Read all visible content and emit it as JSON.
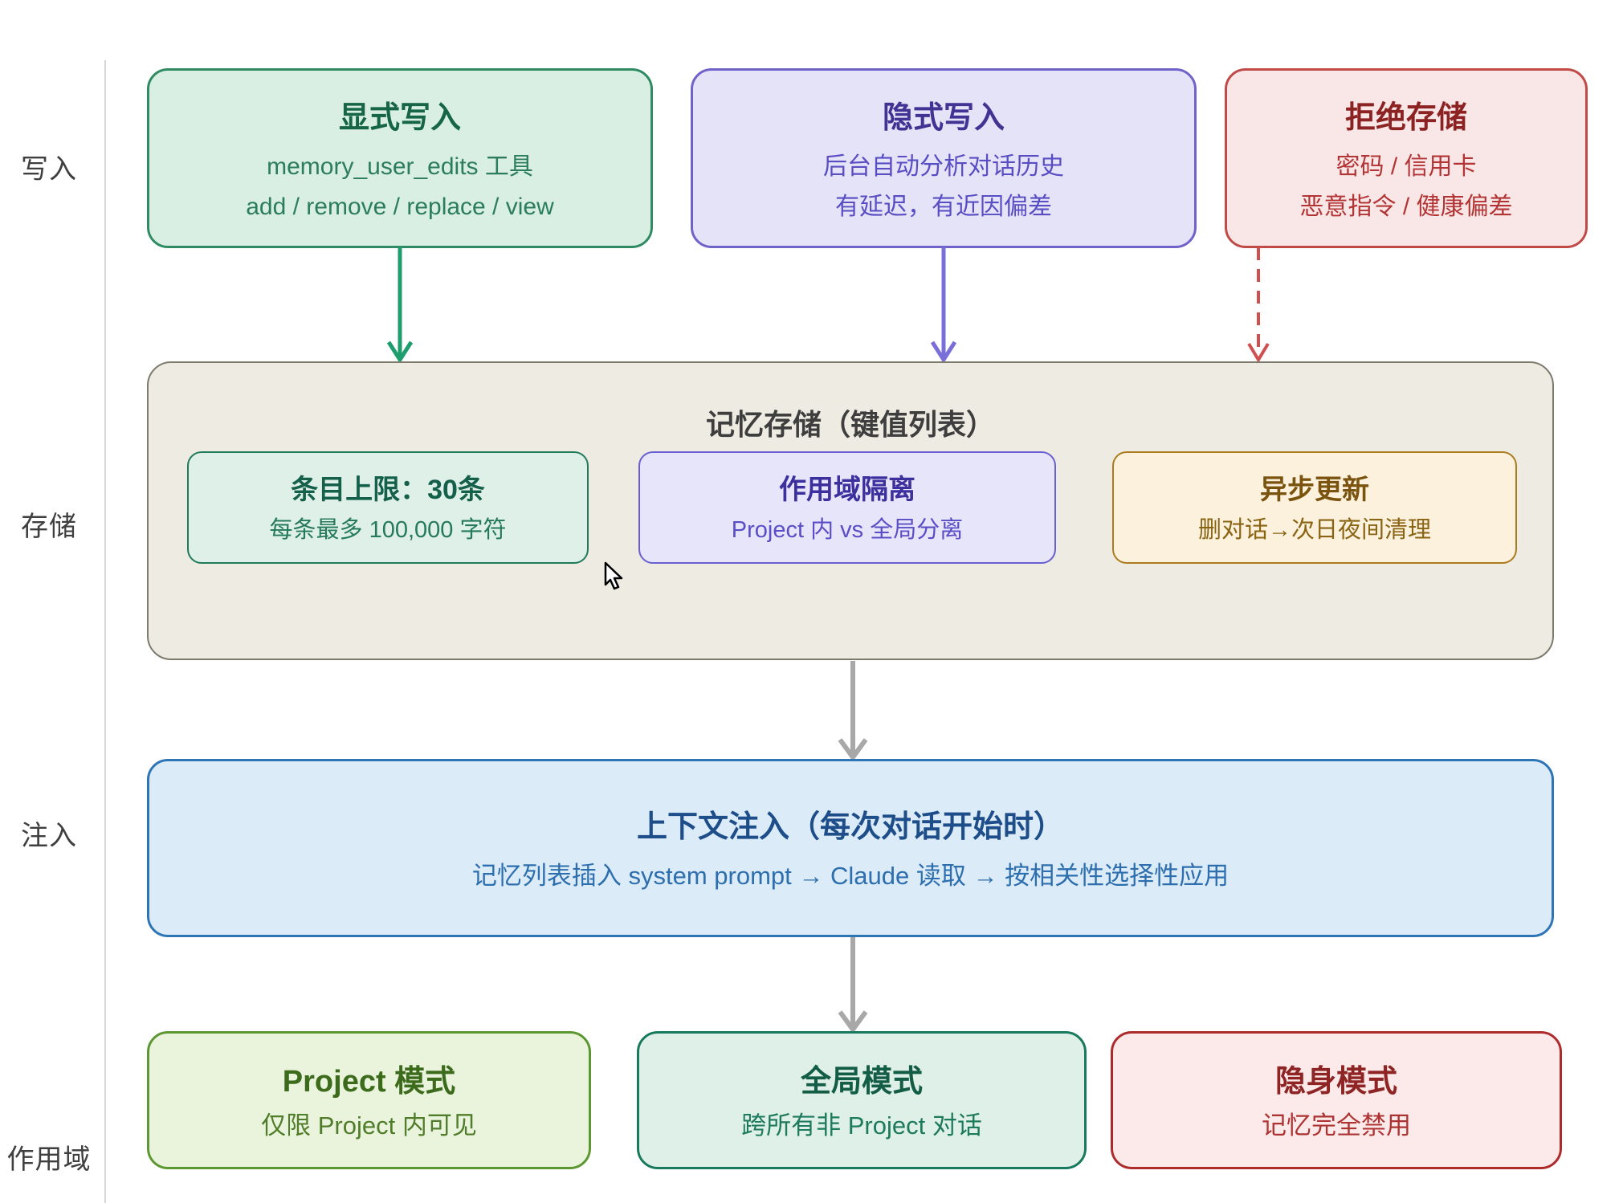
{
  "row_labels": {
    "write": "写入",
    "storage": "存储",
    "inject": "注入",
    "scope": "作用域"
  },
  "write_boxes": [
    {
      "title": "显式写入",
      "line1": "memory_user_edits 工具",
      "line2": "add / remove / replace / view"
    },
    {
      "title": "隐式写入",
      "line1": "后台自动分析对话历史",
      "line2": "有延迟，有近因偏差"
    },
    {
      "title": "拒绝存储",
      "line1": "密码 / 信用卡",
      "line2": "恶意指令 / 健康偏差"
    }
  ],
  "storage": {
    "title": "记忆存储（键值列表）",
    "cells": [
      {
        "title": "条目上限：30条",
        "body": "每条最多 100,000 字符"
      },
      {
        "title": "作用域隔离",
        "body": "Project 内 vs 全局分离"
      },
      {
        "title": "异步更新",
        "body": "删对话→次日夜间清理"
      }
    ]
  },
  "inject_box": {
    "title": "上下文注入（每次对话开始时）",
    "body": "记忆列表插入 system prompt → Claude 读取 → 按相关性选择性应用"
  },
  "scope_boxes": [
    {
      "title": "Project 模式",
      "body": "仅限 Project 内可见"
    },
    {
      "title": "全局模式",
      "body": "跨所有非 Project 对话"
    },
    {
      "title": "隐身模式",
      "body": "记忆完全禁用"
    }
  ],
  "colors": {
    "explicit_green": "#2e8b62",
    "implicit_purple": "#6f62c8",
    "refuse_red": "#d05050",
    "flow_gray": "#a8a8a8",
    "storage_bg": "#eeebe3",
    "inject_blue": "#2e75b6"
  }
}
